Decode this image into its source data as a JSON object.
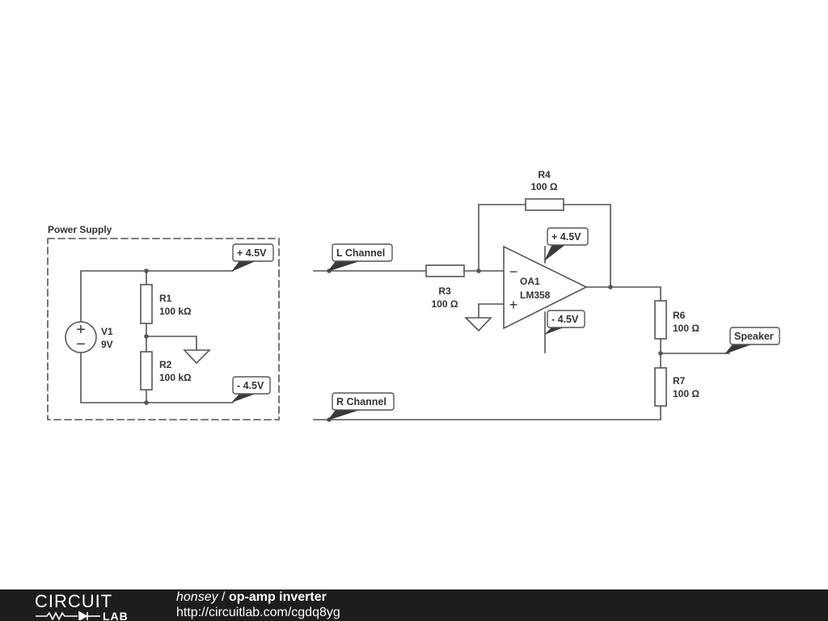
{
  "schematic": {
    "power_supply_label": "Power Supply",
    "components": {
      "v1": {
        "name": "V1",
        "value": "9V"
      },
      "r1": {
        "name": "R1",
        "value": "100 kΩ"
      },
      "r2": {
        "name": "R2",
        "value": "100 kΩ"
      },
      "r3": {
        "name": "R3",
        "value": "100 Ω"
      },
      "r4": {
        "name": "R4",
        "value": "100 Ω"
      },
      "r6": {
        "name": "R6",
        "value": "100 Ω"
      },
      "r7": {
        "name": "R7",
        "value": "100 Ω"
      },
      "oa1": {
        "name": "OA1",
        "value": "LM358"
      }
    },
    "op_amp_pins": {
      "inverting": "−",
      "non_inverting": "+"
    },
    "source_symbols": {
      "plus": "+",
      "minus": "−"
    },
    "net_labels": {
      "ps_pos": "+ 4.5V",
      "ps_neg": "- 4.5V",
      "l_channel": "L Channel",
      "r_channel": "R Channel",
      "opamp_pos": "+ 4.5V",
      "opamp_neg": "- 4.5V",
      "speaker": "Speaker"
    }
  },
  "footer": {
    "logo_top": "CIRCUIT",
    "logo_bottom": "LAB",
    "author": "honsey",
    "separator": " / ",
    "title": "op-amp inverter",
    "url": "http://circuitlab.com/cgdq8yg"
  },
  "colors": {
    "wire": "#555555",
    "text": "#333333",
    "footer_bg": "#1d1d1d",
    "label_tag": "#333333"
  }
}
